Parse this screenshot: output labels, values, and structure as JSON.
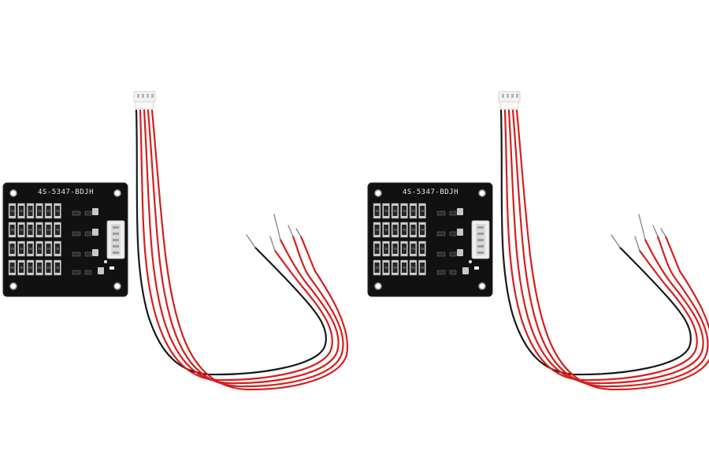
{
  "product": {
    "units": [
      {
        "board_label": "4S-5347-BDJH",
        "resistor_marking": "75"
      },
      {
        "board_label": "4S-5347-BDJH",
        "resistor_marking": "75"
      }
    ]
  },
  "colors": {
    "background": "#ffffff",
    "pcb": "#111111",
    "wire_red": "#d81e1e",
    "wire_black": "#1a1a1a",
    "connector": "#f2f2f2",
    "silkscreen": "#e8e8e8"
  }
}
